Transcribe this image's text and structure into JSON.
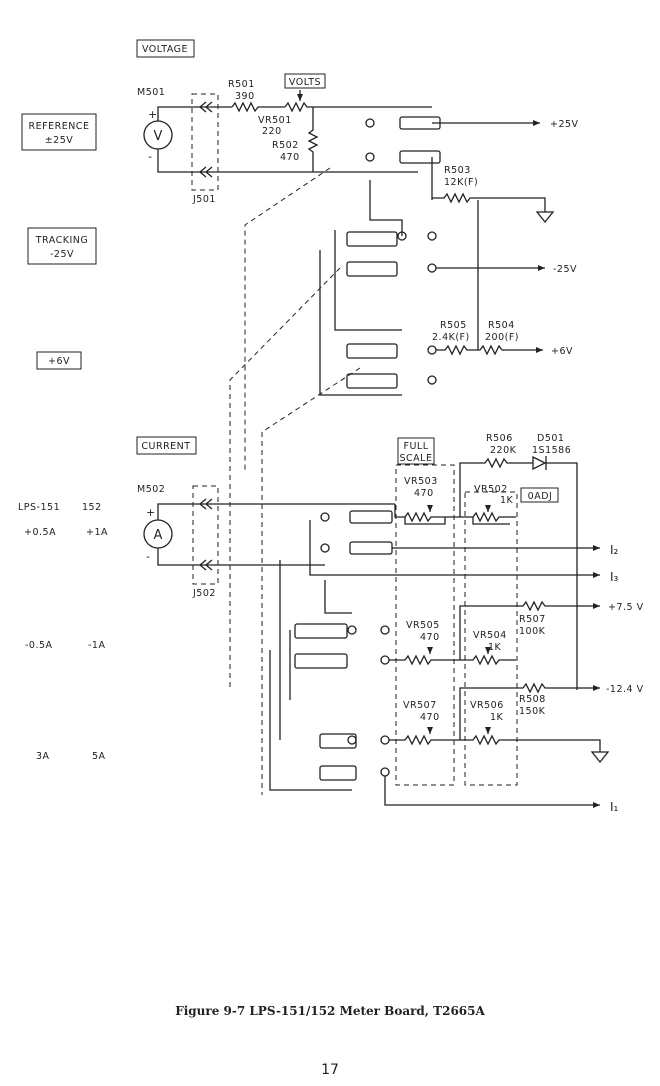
{
  "schematic": {
    "section_labels": {
      "voltage": "VOLTAGE",
      "current": "CURRENT",
      "volts": "VOLTS",
      "full_scale_1": "FULL",
      "full_scale_2": "SCALE",
      "zero_adj": "0ADJ"
    },
    "modes": {
      "reference_1": "REFERENCE",
      "reference_2": "±25V",
      "tracking_1": "TRACKING",
      "tracking_2": "-25V",
      "plus6": "+6V",
      "lps151": "LPS-151",
      "lps152": "152",
      "r1_151": "+0.5A",
      "r1_152": "+1A",
      "r2_151": "-0.5A",
      "r2_152": "-1A",
      "r3_151": "3A",
      "r3_152": "5A"
    },
    "components": {
      "m501": "M501",
      "m502": "M502",
      "j501": "J501",
      "j502": "J502",
      "v_symbol": "V",
      "a_symbol": "A",
      "r501_name": "R501",
      "r501_value": "390",
      "vr501_name": "VR501",
      "vr501_value": "220",
      "r502_name": "R502",
      "r502_value": "470",
      "r503_name": "R503",
      "r503_value": "12K(F)",
      "r505_name": "R505",
      "r505_value": "2.4K(F)",
      "r504_name": "R504",
      "r504_value": "200(F)",
      "r506_name": "R506",
      "r506_value": "220K",
      "d501_name": "D501",
      "d501_value": "1S1586",
      "vr503_name": "VR503",
      "vr503_value": "470",
      "vr502_name": "VR502",
      "vr502_value": "1K",
      "vr505_name": "VR505",
      "vr505_value": "470",
      "vr504_name": "VR504",
      "vr504_value": "1K",
      "vr507_name": "VR507",
      "vr507_value": "470",
      "vr506_name": "VR506",
      "vr506_value": "1K",
      "r507_name": "R507",
      "r507_value": "100K",
      "r508_name": "R508",
      "r508_value": "150K"
    },
    "terminals": {
      "plus25": "+25V",
      "minus25": "-25V",
      "plus6": "+6V",
      "i2": "I₂",
      "i3": "I₃",
      "plus75": "+7.5 V",
      "minus124": "-12.4 V",
      "i1": "I₁"
    },
    "plus_sign": "+",
    "minus_sign": "-"
  },
  "caption": "Figure 9-7   LPS-151/152 Meter Board, T2665A",
  "page_number": "17"
}
